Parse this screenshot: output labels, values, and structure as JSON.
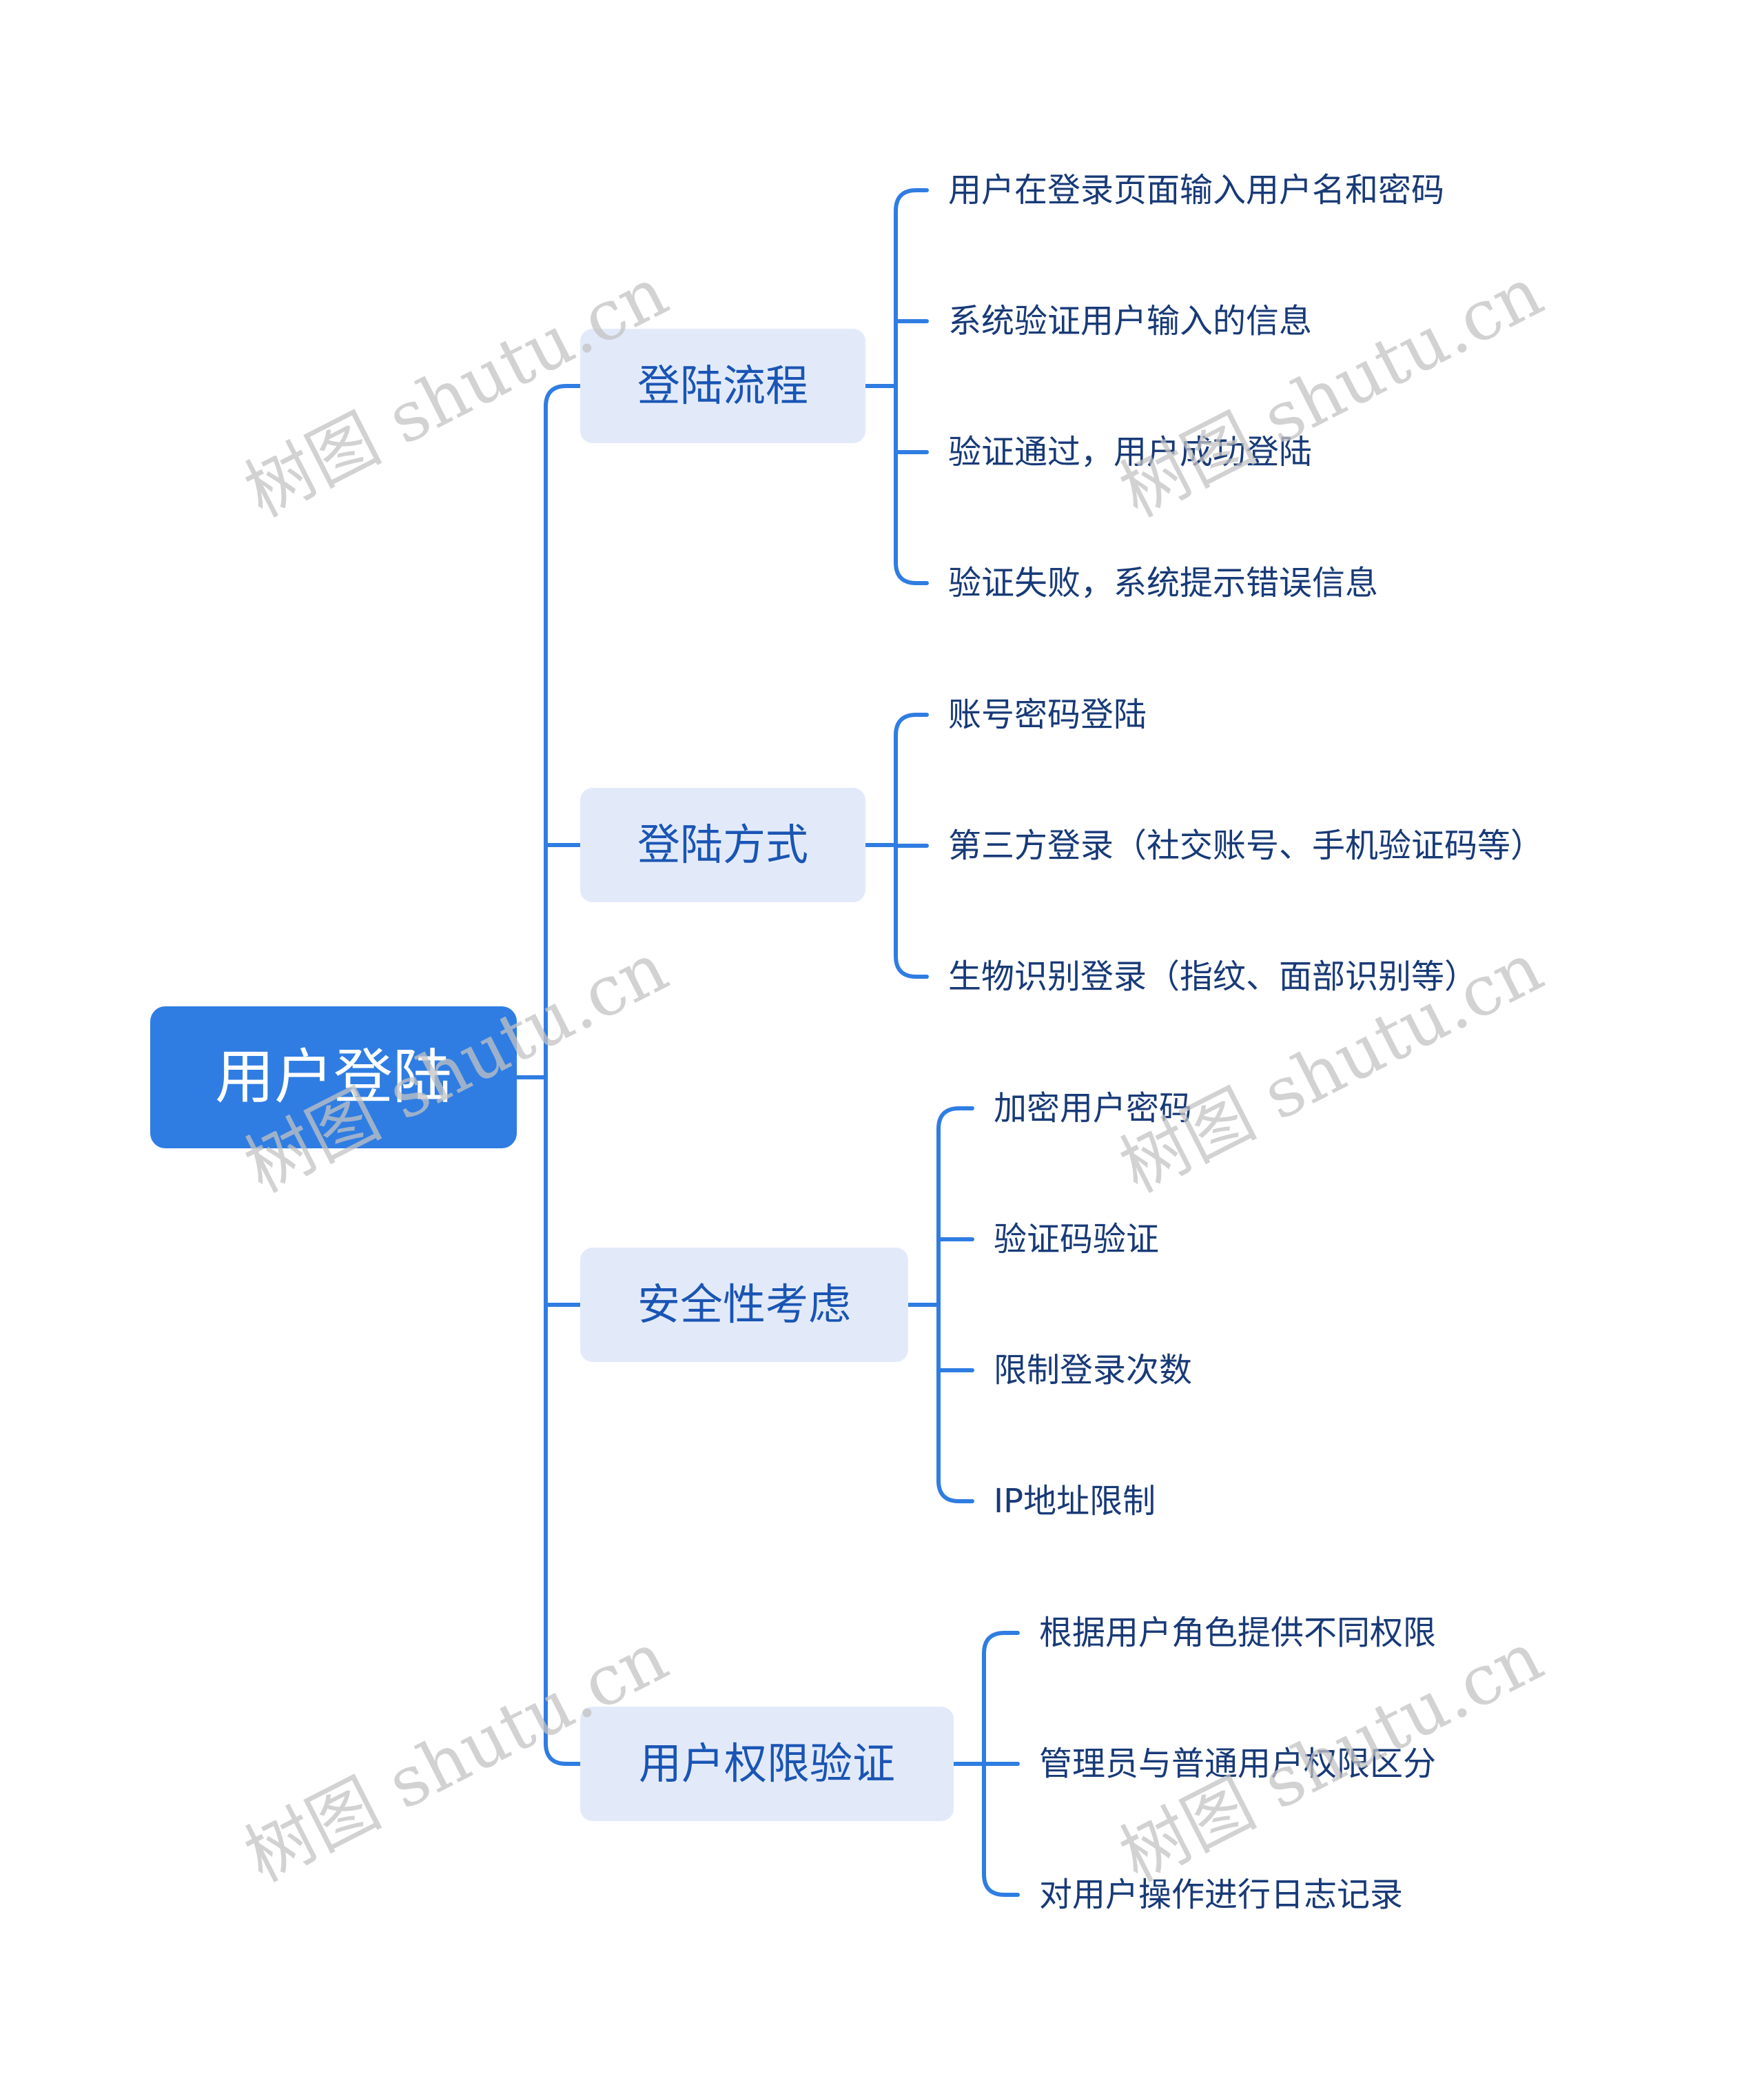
{
  "root": {
    "label": "用户登陆"
  },
  "branches": [
    {
      "label": "登陆流程",
      "items": [
        "用户在登录页面输入用户名和密码",
        "系统验证用户输入的信息",
        "验证通过，用户成功登陆",
        "验证失败，系统提示错误信息"
      ]
    },
    {
      "label": "登陆方式",
      "items": [
        "账号密码登陆",
        "第三方登录（社交账号、手机验证码等）",
        "生物识别登录（指纹、面部识别等）"
      ]
    },
    {
      "label": "安全性考虑",
      "items": [
        "加密用户密码",
        "验证码验证",
        "限制登录次数",
        "IP地址限制"
      ]
    },
    {
      "label": "用户权限验证",
      "items": [
        "根据用户角色提供不同权限",
        "管理员与普通用户权限区分",
        "对用户操作进行日志记录"
      ]
    }
  ],
  "watermark": "树图 shutu.cn",
  "colors": {
    "root": "#2f7de2",
    "branch_bg": "#e2eafa",
    "branch_text": "#1a55b4",
    "leaf_text": "#183a77",
    "line": "#2f7de2"
  }
}
